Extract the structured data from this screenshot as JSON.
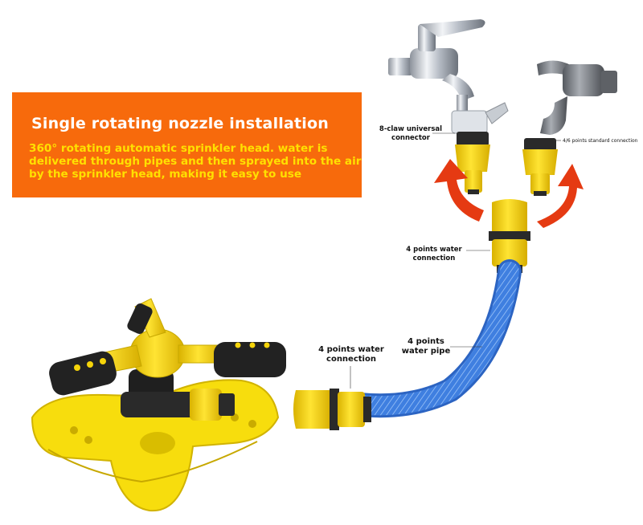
{
  "banner": {
    "title": "Single rotating nozzle installation",
    "description_lines": [
      "360° rotating automatic sprinkler head. water is",
      "delivered through pipes and then sprayed into the air",
      "by the sprinkler head, making it easy to use"
    ],
    "background_color": "#f76a0c",
    "title_color": "#ffffff",
    "description_color": "#ffe000"
  },
  "labels": {
    "eight_claw": [
      "8-claw universal",
      "connector"
    ],
    "standard_connection": "4/6 points standard connection",
    "water_connection_top": [
      "4 points water",
      "connection"
    ],
    "water_pipe": [
      "4 points",
      "water pipe"
    ],
    "water_connection_left": [
      "4 points water",
      "connection"
    ]
  },
  "icons": {
    "faucet_left": "chrome-faucet-icon",
    "faucet_right": "stainless-faucet-icon",
    "arrows": "red-curved-arrow-icon",
    "sprinkler": "three-arm-sprinkler-icon",
    "hose": "blue-braided-hose-icon"
  },
  "colors": {
    "connector_yellow": "#f5d40a",
    "arrow_red": "#e53a12",
    "hose_blue": "#3f7fe0"
  }
}
